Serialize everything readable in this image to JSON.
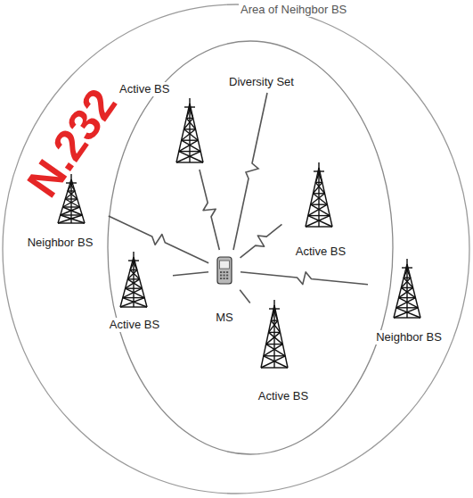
{
  "diagram": {
    "nodes": [
      {
        "text": [
          "Area of Neihgbor BS"
        ]
      },
      {
        "text": [
          "Diversity Set"
        ],
        "in": 0
      },
      {
        "text": [
          "Active BS"
        ],
        "in": 1
      },
      {
        "text": [
          "Neighbor BS"
        ],
        "in": 0
      },
      {
        "text": [
          "Active BS"
        ],
        "in": 1
      },
      {
        "text": [
          "MS"
        ],
        "in": 1
      },
      {
        "text": [
          "Active BS"
        ],
        "in": 1
      },
      {
        "text": [
          "Active BS"
        ],
        "in": 1
      },
      {
        "text": [
          "Neighbor BS"
        ],
        "in": 0
      }
    ],
    "edges": [
      {
        "from": 5,
        "to": 2,
        "arrow": "none"
      },
      {
        "from": 5,
        "to": 3,
        "arrow": "none"
      },
      {
        "from": 5,
        "to": 4,
        "arrow": "none"
      },
      {
        "from": 5,
        "to": 6,
        "arrow": "none"
      },
      {
        "from": 5,
        "to": 7,
        "arrow": "none"
      },
      {
        "from": 5,
        "to": 8,
        "arrow": "none"
      }
    ],
    "labels": [
      "N.232"
    ]
  }
}
